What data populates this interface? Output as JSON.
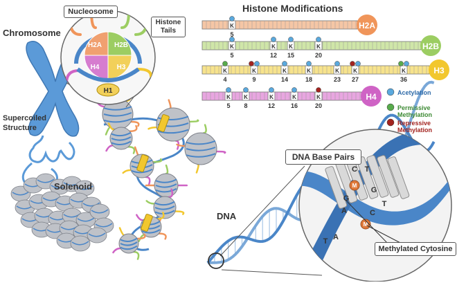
{
  "labels": {
    "chromosome": "Chromosome",
    "supercoiled_line1": "Supercoiled",
    "supercoiled_line2": "Structure",
    "solenoid": "Solenoid",
    "dna": "DNA",
    "nucleosome": "Nucleosome",
    "histone_tails_line1": "Histone",
    "histone_tails_line2": "Tails",
    "dna_base_pairs": "DNA Base Pairs",
    "methylated_cytosine": "Methylated Cytosine"
  },
  "nucleosome": {
    "quadrants": [
      "H2A",
      "H2B",
      "H4",
      "H3"
    ],
    "linker": "H1"
  },
  "histone_modifications": {
    "title": "Histone Modifications",
    "histones": [
      {
        "name": "H2A",
        "color": "#f5c6a5",
        "badge_color": "#f0955a",
        "sites": [
          {
            "pos": "5",
            "marks": [
              "acetylation"
            ]
          }
        ]
      },
      {
        "name": "H2B",
        "color": "#cfe6a8",
        "badge_color": "#9ccd62",
        "sites": [
          {
            "pos": "5",
            "marks": [
              "acetylation"
            ]
          },
          {
            "pos": "12",
            "marks": [
              "acetylation"
            ]
          },
          {
            "pos": "15",
            "marks": [
              "acetylation"
            ]
          },
          {
            "pos": "20",
            "marks": [
              "acetylation"
            ]
          }
        ]
      },
      {
        "name": "H3",
        "color": "#f7e38c",
        "badge_color": "#f2c72e",
        "sites": [
          {
            "pos": "4",
            "marks": [
              "permissive"
            ]
          },
          {
            "pos": "9",
            "marks": [
              "repressive",
              "acetylation"
            ]
          },
          {
            "pos": "14",
            "marks": [
              "acetylation"
            ]
          },
          {
            "pos": "18",
            "marks": [
              "acetylation"
            ]
          },
          {
            "pos": "23",
            "marks": [
              "acetylation"
            ]
          },
          {
            "pos": "27",
            "marks": [
              "repressive",
              "acetylation"
            ]
          },
          {
            "pos": "36",
            "marks": [
              "permissive",
              "acetylation"
            ]
          }
        ]
      },
      {
        "name": "H4",
        "color": "#e8a6e0",
        "badge_color": "#cf63c5",
        "sites": [
          {
            "pos": "5",
            "marks": [
              "acetylation"
            ]
          },
          {
            "pos": "8",
            "marks": [
              "acetylation"
            ]
          },
          {
            "pos": "12",
            "marks": [
              "acetylation"
            ]
          },
          {
            "pos": "16",
            "marks": [
              "acetylation"
            ]
          },
          {
            "pos": "20",
            "marks": [
              "repressive"
            ]
          }
        ]
      }
    ],
    "residue_letter": "K",
    "legend": [
      {
        "key": "acetylation",
        "line1": "Acetylation",
        "line2": "",
        "color": "#5aa9de",
        "text_color": "#2e6aa8"
      },
      {
        "key": "permissive",
        "line1": "Permissive",
        "line2": "Methylation",
        "color": "#58ab4c",
        "text_color": "#3e8a35"
      },
      {
        "key": "repressive",
        "line1": "Repressive",
        "line2": "Methylation",
        "color": "#a3231f",
        "text_color": "#a3231f"
      }
    ]
  },
  "base_pairs": {
    "letters": [
      "A",
      "T",
      "G",
      "C",
      "M",
      "A",
      "T",
      "C",
      "M",
      "G",
      "T"
    ]
  },
  "colors": {
    "chromosome": "#5b9ad8",
    "dna_backbone": "#4a86c8",
    "nucleosome_core": "#bfc2c8"
  }
}
